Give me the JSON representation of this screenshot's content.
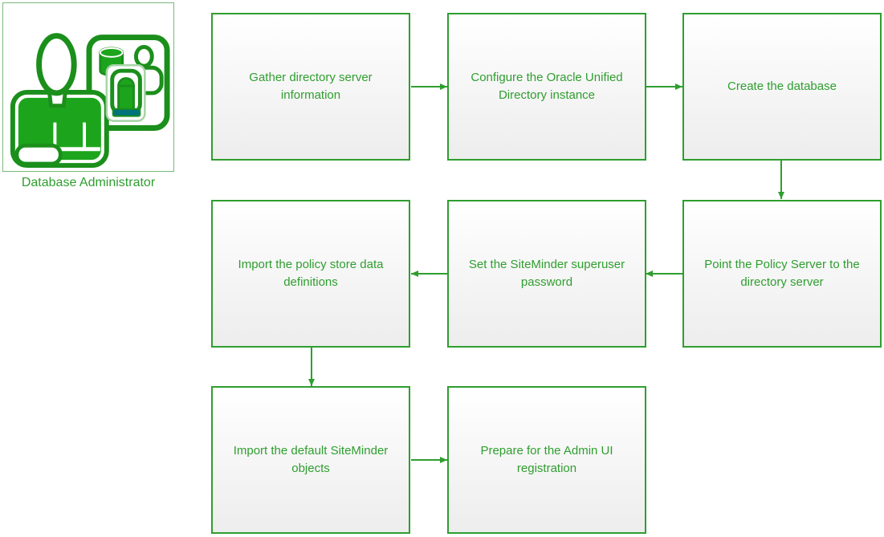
{
  "palette": {
    "green": "#2f9e2f",
    "icon_fill": "#1ca51c",
    "icon_stroke": "#1b8f1b",
    "icon_card_border": "#7ab87a",
    "icon_card_inner": "#a6d3a6",
    "teal": "#00737c",
    "box_top": "#ffffff",
    "box_bottom": "#ededed"
  },
  "actor": {
    "label": "Database Administrator",
    "icon": "database-administrator-icon"
  },
  "flowchart": {
    "nodes": [
      {
        "label": "Gather directory server information"
      },
      {
        "label": "Configure the Oracle Unified Directory instance"
      },
      {
        "label": "Create the database"
      },
      {
        "label": "Point the Policy Server to the directory server"
      },
      {
        "label": "Set the SiteMinder superuser password"
      },
      {
        "label": "Import the policy store data definitions"
      },
      {
        "label": "Import the default SiteMinder objects"
      },
      {
        "label": "Prepare for the Admin UI registration"
      }
    ],
    "edges": [
      {
        "from": "Gather directory server information",
        "to": "Configure the Oracle Unified Directory instance",
        "direction": "right"
      },
      {
        "from": "Configure the Oracle Unified Directory instance",
        "to": "Create the database",
        "direction": "right"
      },
      {
        "from": "Create the database",
        "to": "Point the Policy Server to the directory server",
        "direction": "down"
      },
      {
        "from": "Point the Policy Server to the directory server",
        "to": "Set the SiteMinder superuser password",
        "direction": "left"
      },
      {
        "from": "Set the SiteMinder superuser password",
        "to": "Import the policy store data definitions",
        "direction": "left"
      },
      {
        "from": "Import the policy store data definitions",
        "to": "Import the default SiteMinder objects",
        "direction": "down"
      },
      {
        "from": "Import the default SiteMinder objects",
        "to": "Prepare for the Admin UI registration",
        "direction": "right"
      }
    ]
  }
}
